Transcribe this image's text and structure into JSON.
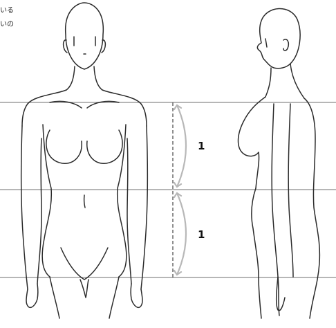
{
  "caption": [
    "いる",
    "いの"
  ],
  "ratio_labels": [
    "1",
    "1"
  ],
  "colors": {
    "line": "#2a2a2a",
    "guide": "#8a8a8a",
    "arrow": "#b8b8b8"
  }
}
